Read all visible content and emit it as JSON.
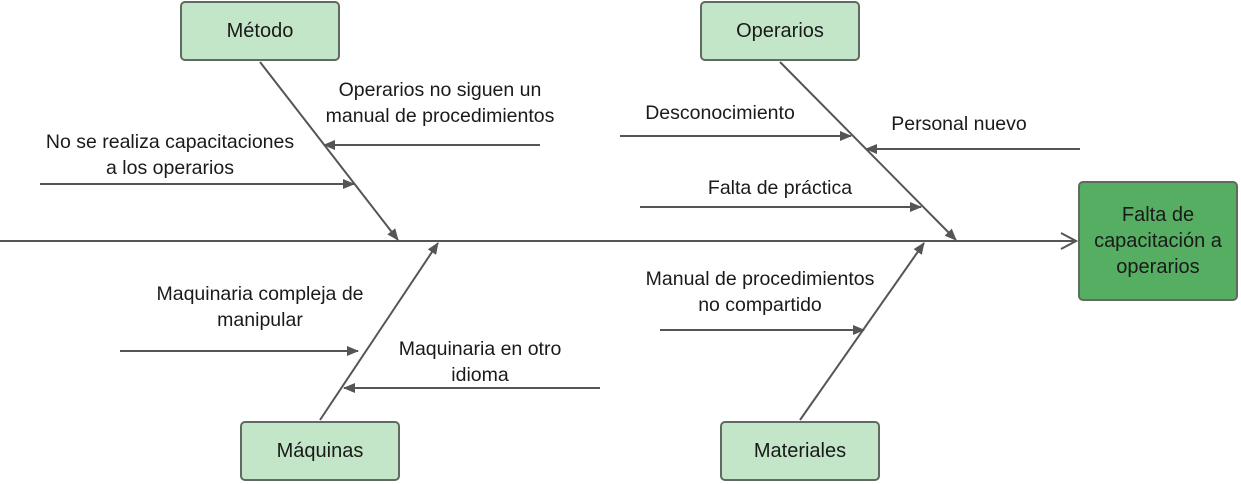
{
  "categories": {
    "metodo": "Método",
    "operarios": "Operarios",
    "maquinas": "Máquinas",
    "materiales": "Materiales"
  },
  "effect": "Falta de capacitación a operarios",
  "causes": {
    "operarios_no_siguen_line1": "Operarios no siguen un",
    "operarios_no_siguen_line2": "manual de procedimientos",
    "no_capacitaciones_line1": "No se realiza capacitaciones",
    "no_capacitaciones_line2": "a los operarios",
    "desconocimiento": "Desconocimiento",
    "personal_nuevo": "Personal nuevo",
    "falta_practica": "Falta de práctica",
    "maquinaria_compleja_line1": "Maquinaria compleja de",
    "maquinaria_compleja_line2": "manipular",
    "maquinaria_idioma_line1": "Maquinaria en otro",
    "maquinaria_idioma_line2": "idioma",
    "manual_no_compartido_line1": "Manual de procedimientos",
    "manual_no_compartido_line2": "no compartido"
  },
  "colors": {
    "category_fill": "#c3e6c8",
    "effect_fill": "#56ae63",
    "box_border": "#5e6b5e",
    "arrow": "#555555"
  }
}
